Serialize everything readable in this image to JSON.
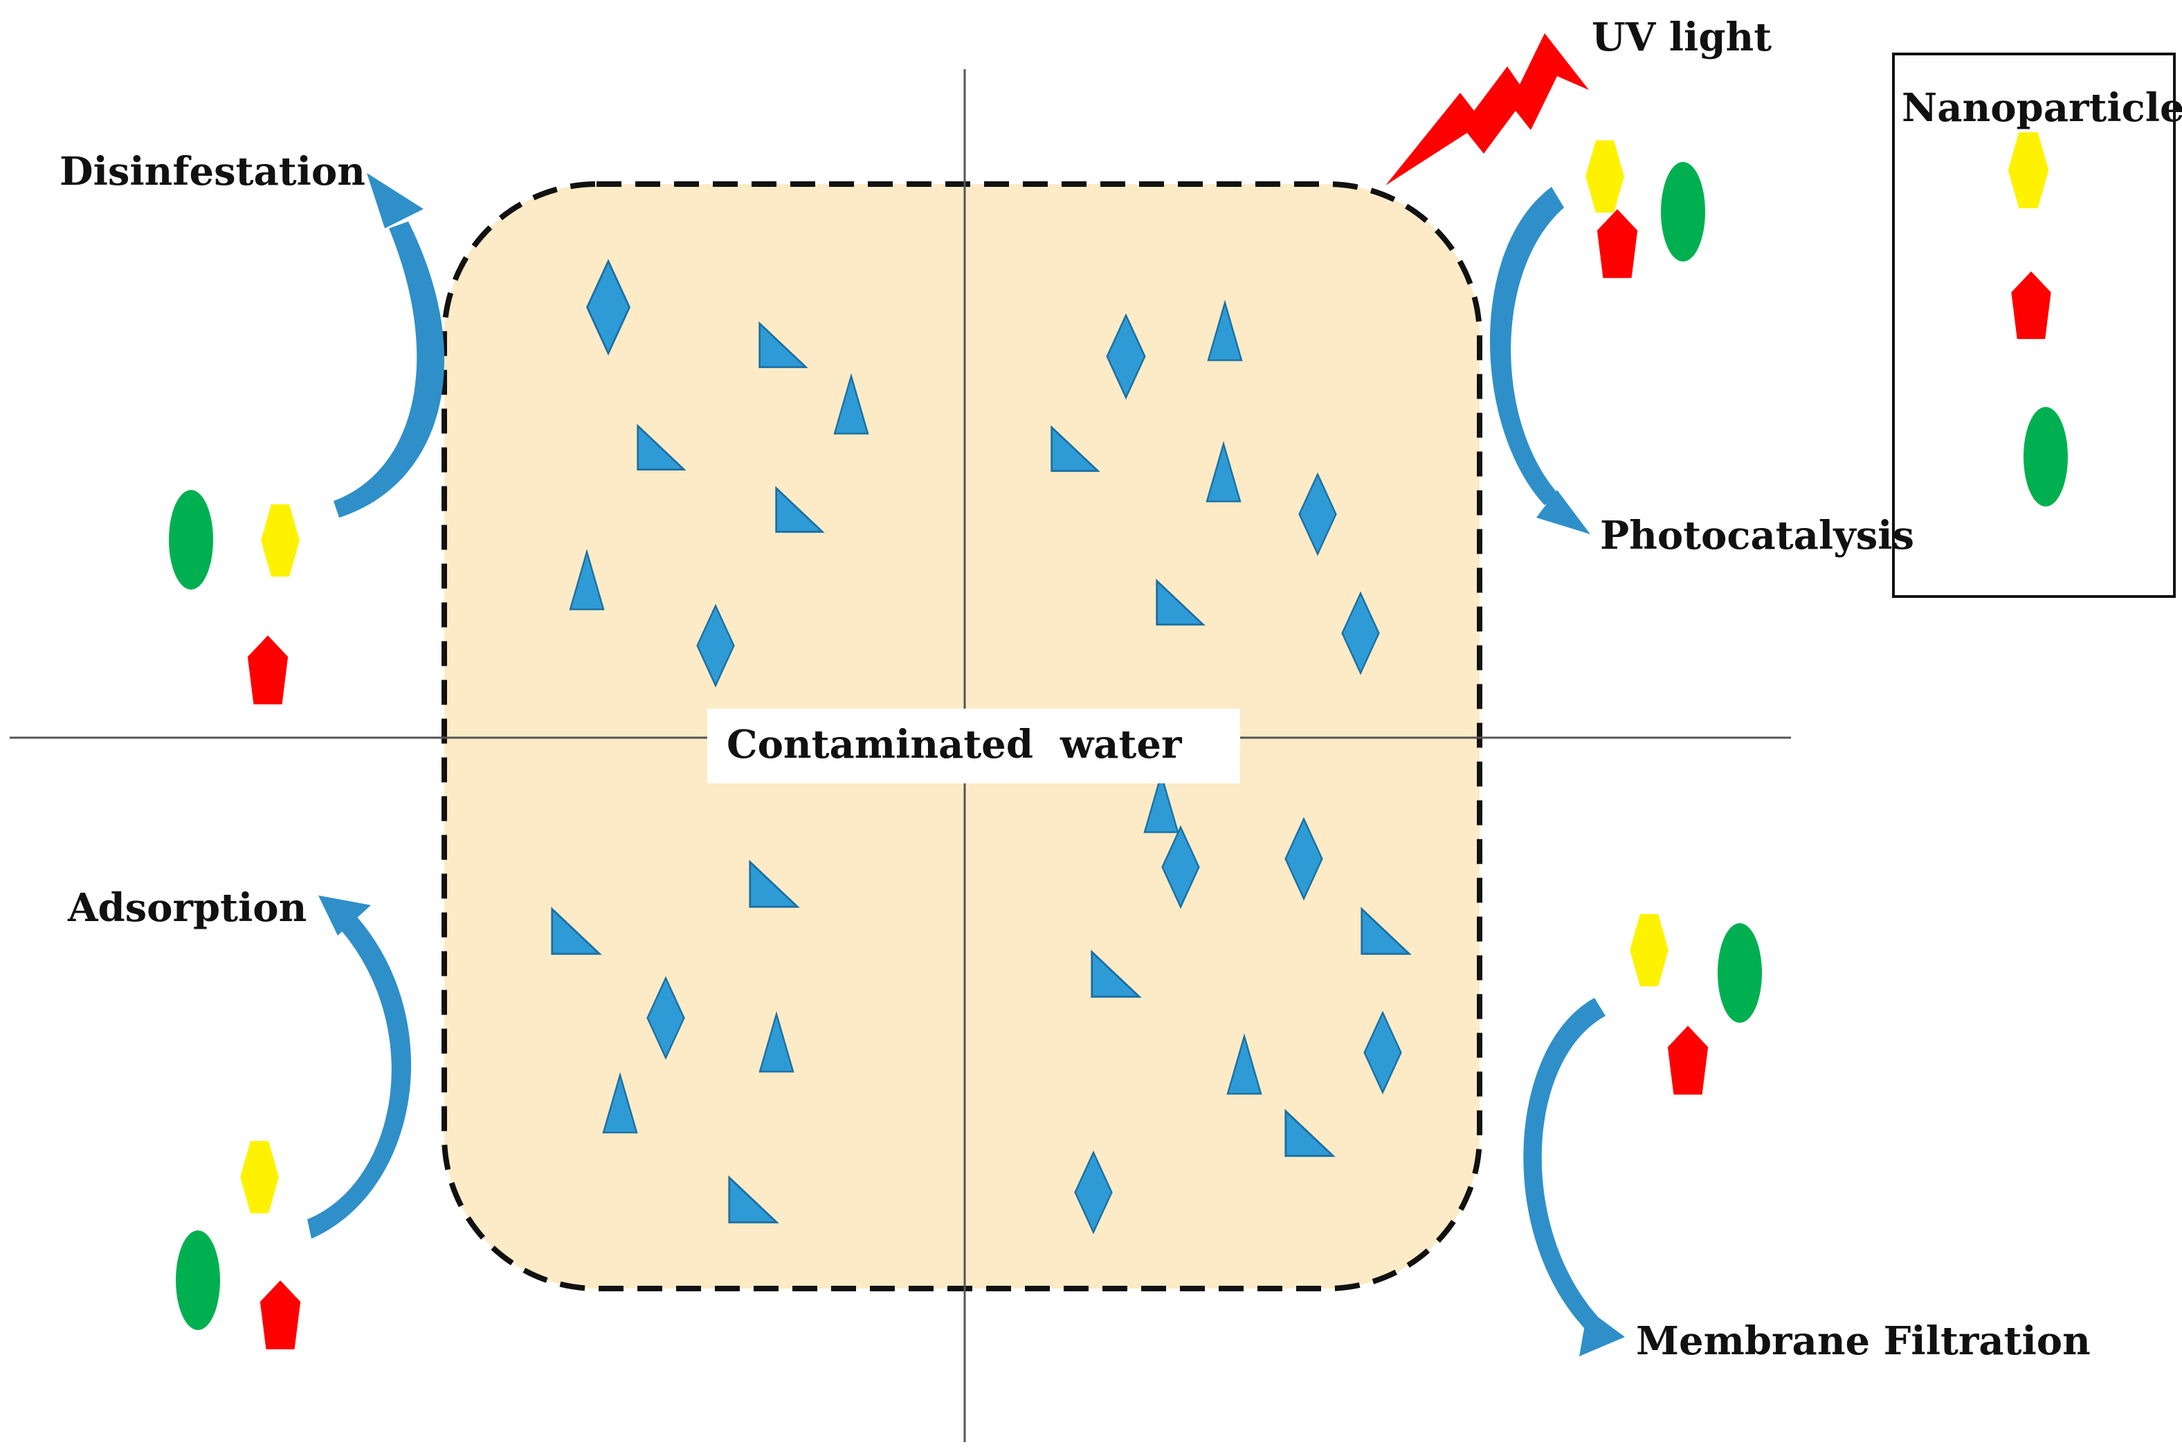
{
  "labels": {
    "uv_light": "UV light",
    "nanoparticles_legend_title": "Nanoparticles",
    "disinfestation": "Disinfestation",
    "photocatalysis": "Photocatalysis",
    "adsorption": "Adsorption",
    "membrane_filtration": "Membrane Filtration",
    "contaminated_water": "Contaminated  water"
  },
  "colors": {
    "water": "#fcebc6",
    "border": "#111111",
    "contaminant": "#2e9bd6",
    "contaminant_edge": "#1b6fa3",
    "arrow": "#2f8fc9",
    "arrow_dark": "#1e6f9e",
    "np_yellow": "#fff200",
    "np_red": "#ff0000",
    "np_green": "#00b050",
    "uv": "#ff0000",
    "divider": "#555555"
  },
  "icons": {
    "contaminant_shapes": [
      "diamond",
      "triangle",
      "right-triangle"
    ],
    "nanoparticle_shapes": [
      "yellow-hexagon",
      "red-pentagon",
      "green-ellipse"
    ],
    "uv_symbol": "lightning-bolt"
  }
}
